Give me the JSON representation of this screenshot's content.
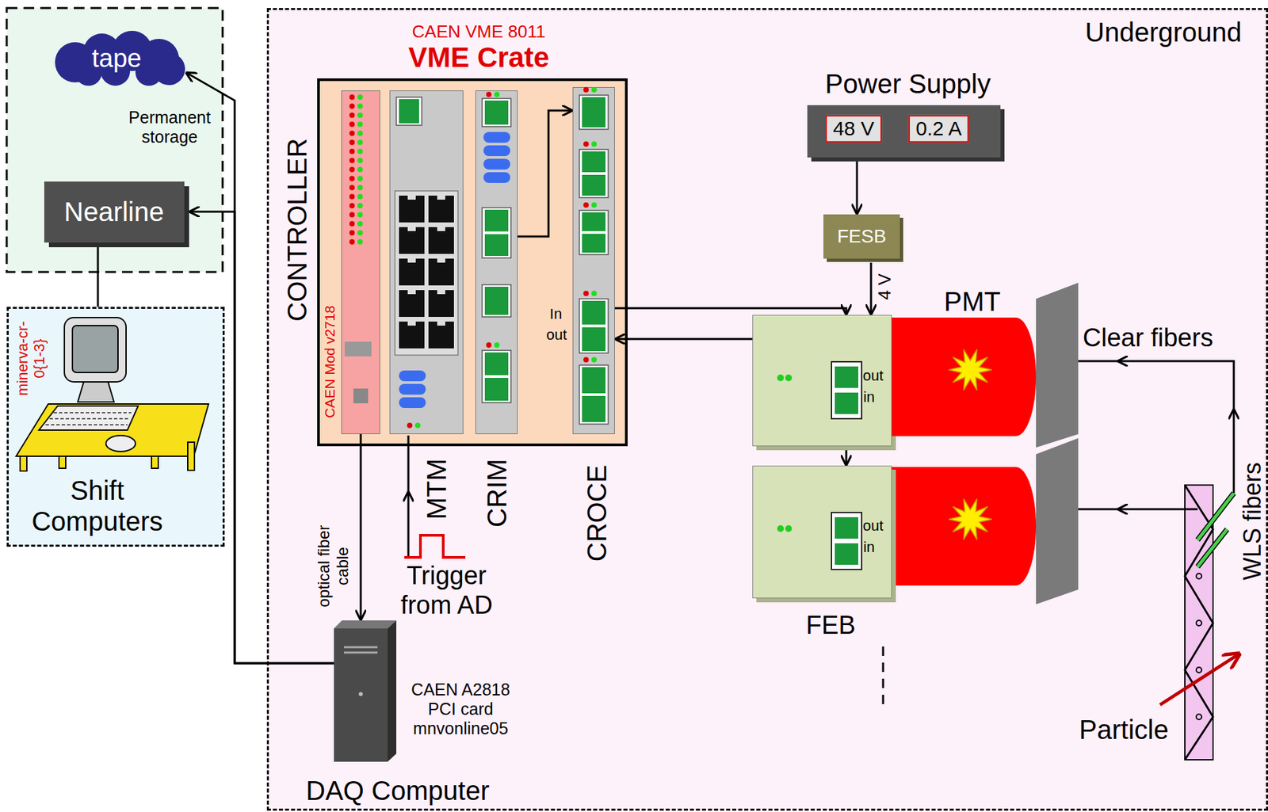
{
  "diagram": {
    "nodes": [
      {
        "text": [
          "Underground"
        ]
      },
      {
        "text": [
          "tape",
          "Permanent storage"
        ]
      },
      {
        "text": [
          "Nearline"
        ]
      },
      {
        "text": [
          "minerva-cr-0{1-3}",
          "Shift Computers"
        ]
      },
      {
        "text": [
          "CAEN VME 8011",
          "VME Crate"
        ],
        "in": 0
      },
      {
        "text": [
          "CAEN Mod v2718",
          "CONTROLLER"
        ],
        "in": 4
      },
      {
        "text": [
          "MTM"
        ],
        "in": 4
      },
      {
        "text": [
          "CRIM"
        ],
        "in": 4
      },
      {
        "text": [
          "CROCE",
          "In",
          "out"
        ],
        "in": 4
      },
      {
        "text": [
          "CAEN A2818 PCI card mnvonline05",
          "DAQ Computer"
        ],
        "in": 0
      },
      {
        "text": [
          "Power Supply",
          "48 V",
          "0.2 A"
        ],
        "in": 0
      },
      {
        "text": [
          "FESB"
        ],
        "in": 0
      },
      {
        "text": [
          "out",
          "in"
        ],
        "in": 0
      },
      {
        "text": [
          "out",
          "in",
          "FEB"
        ],
        "in": 0
      },
      {
        "text": [
          "PMT"
        ],
        "in": 0
      }
    ],
    "edges": [
      {
        "from": 9,
        "to": 1,
        "arrow": "to"
      },
      {
        "from": 9,
        "to": 2,
        "arrow": "to"
      },
      {
        "from": 2,
        "to": 3,
        "arrow": "none"
      },
      {
        "from": 5,
        "to": 9,
        "label": "optical fiber cable",
        "arrow": "to"
      },
      {
        "from": 7,
        "to": 8,
        "arrow": "to"
      },
      {
        "from": 8,
        "to": 12,
        "arrow": "to"
      },
      {
        "from": 12,
        "to": 8,
        "arrow": "to"
      },
      {
        "from": 12,
        "to": 13,
        "arrow": "to"
      },
      {
        "from": 10,
        "to": 11,
        "arrow": "to"
      },
      {
        "from": 11,
        "to": 12,
        "label": "4 V",
        "arrow": "to"
      }
    ],
    "labels": [
      "Trigger from AD",
      "Clear fibers",
      "WLS fibers",
      "Particle"
    ]
  }
}
